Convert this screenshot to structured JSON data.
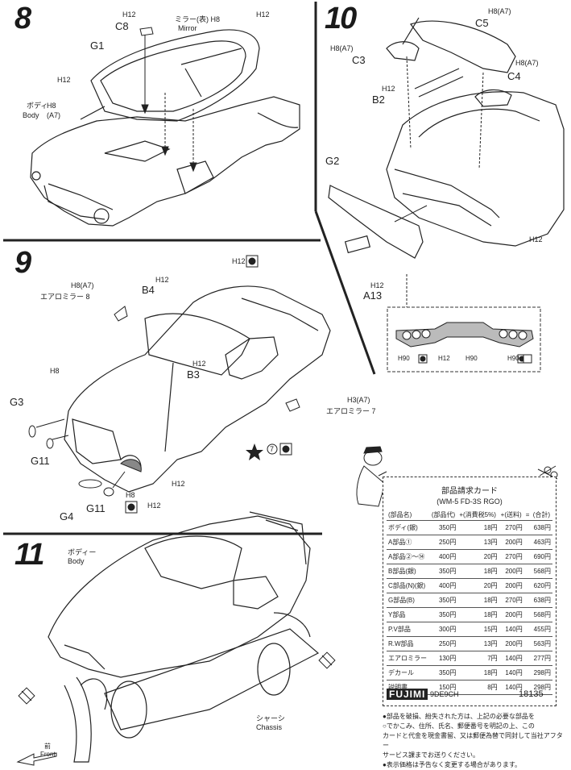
{
  "steps": {
    "s8": "8",
    "s9": "9",
    "s10": "10",
    "s11": "11"
  },
  "step8": {
    "h12_top": "H12",
    "mirror_part": "ミラー(表) H8",
    "mirror_en": "Mirror",
    "h12_right": "H12",
    "c8": "C8",
    "g1": "G1",
    "h12_left": "H12",
    "body_jp": "ボディ",
    "body_en": "Body",
    "body_h8": "H8",
    "body_a7": "(A7)"
  },
  "step9": {
    "h12_top": "H12",
    "h8a7": "H8(A7)",
    "aero_mirror_8": "エアロミラー 8",
    "b4": "B4",
    "h12_b4": "H12",
    "h12_b3": "H12",
    "b3": "B3",
    "h8_left": "H8",
    "g3": "G3",
    "g11a": "G11",
    "g4": "G4",
    "g11b": "G11",
    "h8_bottom": "H8",
    "h12_bottom": "H12",
    "h12_front": "H12",
    "h3a7": "H3(A7)",
    "aero_mirror_7": "エアロミラー 7",
    "seven": "7"
  },
  "step10": {
    "c5": "C5",
    "h8a7_top": "H8(A7)",
    "h8a7_c3": "H8(A7)",
    "c3": "C3",
    "h8a7_c4": "H8(A7)",
    "c4": "C4",
    "h12_b2": "H12",
    "b2": "B2",
    "g2": "G2",
    "h12_right": "H12",
    "h12_a13": "H12",
    "a13": "A13",
    "detail_labels": [
      "H90",
      "H12",
      "H90",
      "H90"
    ]
  },
  "step11": {
    "body_jp": "ボディー",
    "body_en": "Body",
    "chassis_jp": "シャーシ",
    "chassis_en": "Chassis",
    "front_jp": "前",
    "front_en": "Front"
  },
  "order_card": {
    "title": "部品請求カード",
    "subtitle": "(WM-5 FD-3S RGO)",
    "header": [
      "(部品名)",
      "(部品代)",
      "+(消費税5%)",
      "+(送料)",
      "=",
      "(合計)"
    ],
    "rows": [
      {
        "name": "ボディ(銀)",
        "price": "350円",
        "tax": "18円",
        "ship": "270円",
        "total": "638円"
      },
      {
        "name": "A部品①",
        "price": "250円",
        "tax": "13円",
        "ship": "200円",
        "total": "463円"
      },
      {
        "name": "A部品②〜⑭",
        "price": "400円",
        "tax": "20円",
        "ship": "270円",
        "total": "690円"
      },
      {
        "name": "B部品(銀)",
        "price": "350円",
        "tax": "18円",
        "ship": "200円",
        "total": "568円"
      },
      {
        "name": "C部品(N)(銀)",
        "price": "400円",
        "tax": "20円",
        "ship": "200円",
        "total": "620円"
      },
      {
        "name": "G部品(B)",
        "price": "350円",
        "tax": "18円",
        "ship": "270円",
        "total": "638円"
      },
      {
        "name": "Y部品",
        "price": "350円",
        "tax": "18円",
        "ship": "200円",
        "total": "568円"
      },
      {
        "name": "P.V部品",
        "price": "300円",
        "tax": "15円",
        "ship": "140円",
        "total": "455円"
      },
      {
        "name": "R.W部品",
        "price": "250円",
        "tax": "13円",
        "ship": "200円",
        "total": "563円"
      },
      {
        "name": "エアロミラー",
        "price": "130円",
        "tax": "7円",
        "ship": "140円",
        "total": "277円"
      },
      {
        "name": "デカール",
        "price": "350円",
        "tax": "18円",
        "ship": "140円",
        "total": "298円"
      },
      {
        "name": "説明書",
        "price": "150円",
        "tax": "8円",
        "ship": "140円",
        "total": "298円"
      }
    ],
    "brand": "FUJIMI",
    "code": "9DE9CH",
    "number": "18135"
  },
  "footnotes": [
    "●部品を破損、紛失された方は、上記の必要な部品を",
    "○でかこみ、住所、氏名、郵便番号を明記の上、この",
    "カードと代金を現金書留、又は郵便為替で同封して当社アフター",
    "サービス課までお送りください。",
    "●表示価格は予告なく変更する場合があります。"
  ]
}
